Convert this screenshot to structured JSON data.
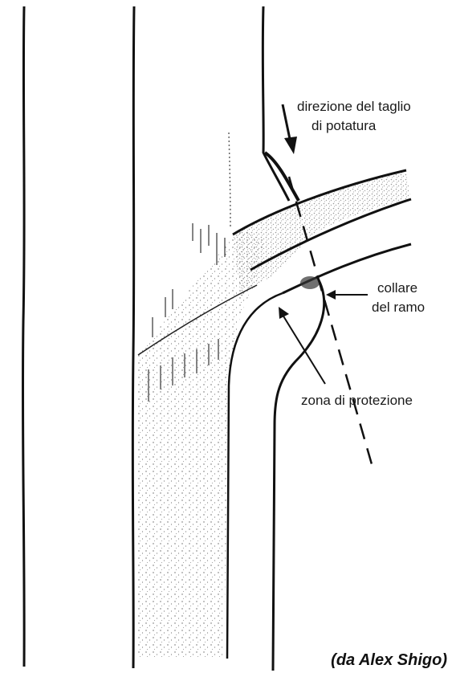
{
  "labels": {
    "cut_direction_line1": "direzione del taglio",
    "cut_direction_line2": "di potatura",
    "collar_line1": "collare",
    "collar_line2": "del ramo",
    "protection_zone": "zona di protezione"
  },
  "credit": "(da Alex Shigo)",
  "colors": {
    "ink": "#111111",
    "paper": "#ffffff",
    "stipple": "#555555"
  }
}
